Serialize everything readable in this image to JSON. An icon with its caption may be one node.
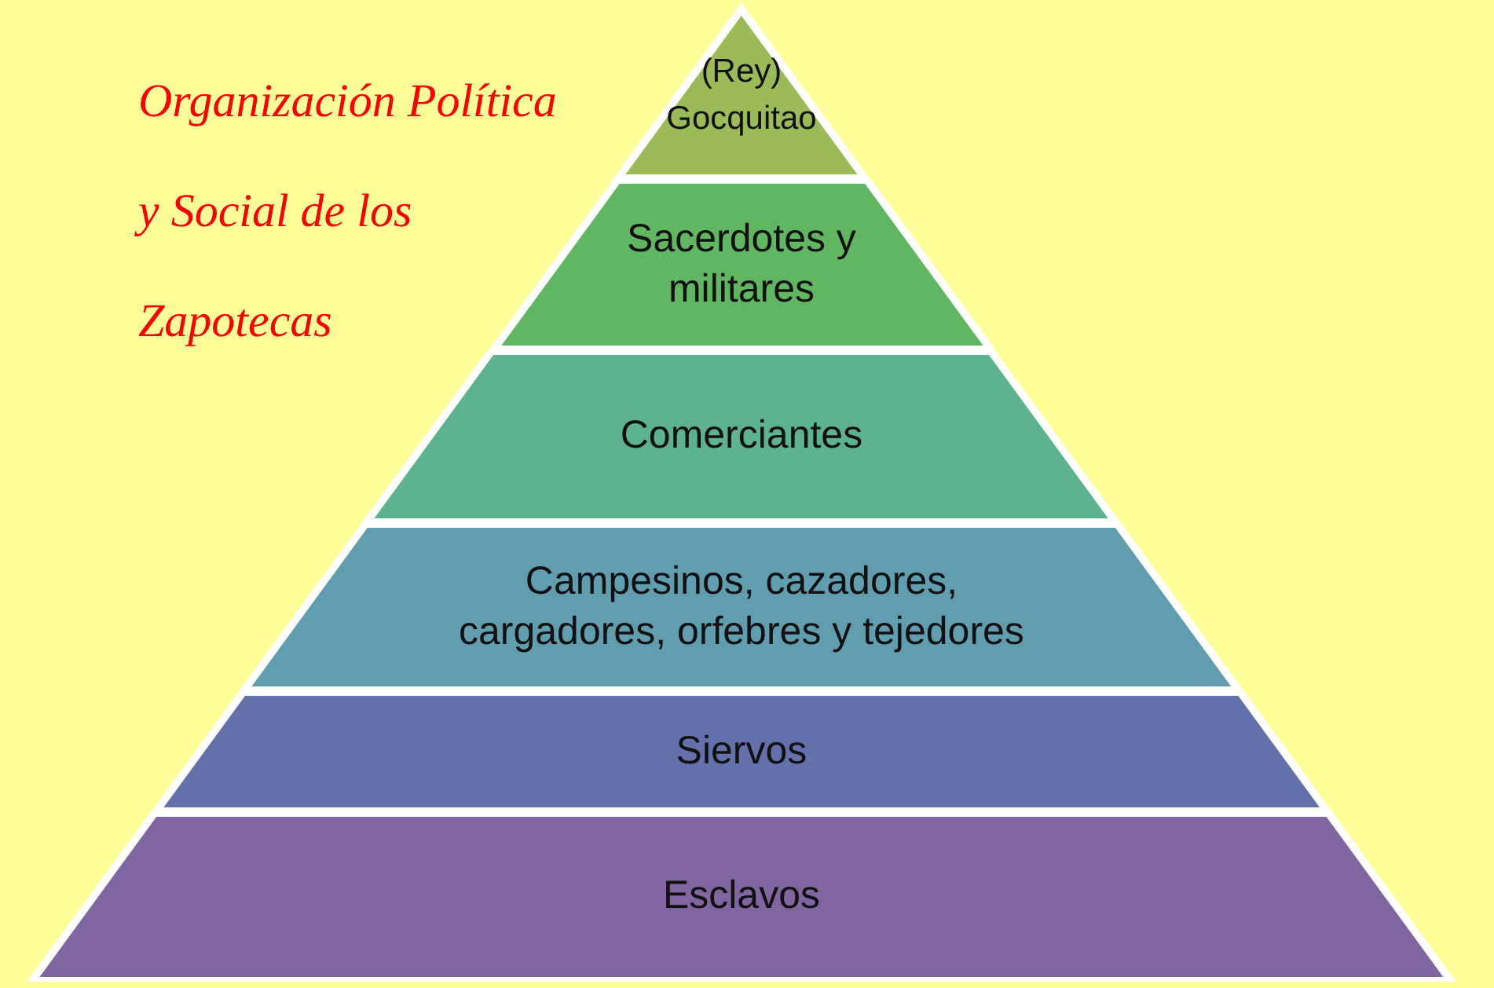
{
  "diagram": {
    "title": "Organización Política y Social de los Zapotecas",
    "nodes": [
      {
        "text": [
          "(Rey) Gocquitao"
        ]
      },
      {
        "text": [
          "Sacerdotes y militares"
        ]
      },
      {
        "text": [
          "Comerciantes"
        ]
      },
      {
        "text": [
          "Campesinos, cazadores, cargadores, orfebres y tejedores"
        ]
      },
      {
        "text": [
          "Siervos"
        ]
      },
      {
        "text": [
          "Esclavos"
        ]
      }
    ]
  }
}
